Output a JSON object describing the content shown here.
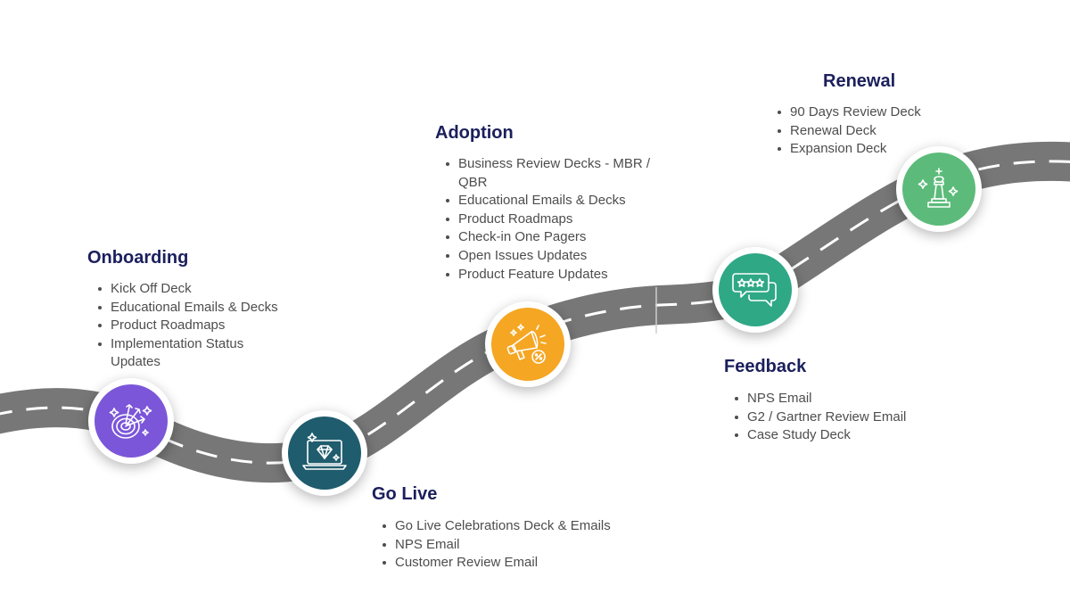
{
  "colors": {
    "road": "#777777",
    "road_dash": "#ffffff",
    "title": "#1b1f5c",
    "text": "#4d4d4d",
    "onboarding": "#7b56d9",
    "golive": "#1f5c6d",
    "adoption": "#f5a623",
    "feedback": "#2fa886",
    "renewal": "#5cbb7a"
  },
  "stages": {
    "onboarding": {
      "title": "Onboarding",
      "icon": "target-arrows-icon",
      "items": [
        "Kick Off Deck",
        "Educational Emails & Decks",
        "Product Roadmaps",
        "Implementation Status Updates"
      ]
    },
    "golive": {
      "title": "Go Live",
      "icon": "laptop-diamond-icon",
      "items": [
        "Go Live Celebrations Deck & Emails",
        "NPS Email",
        "Customer Review Email"
      ]
    },
    "adoption": {
      "title": "Adoption",
      "icon": "megaphone-percent-icon",
      "items": [
        "Business Review Decks - MBR / QBR",
        "Educational Emails & Decks",
        "Product Roadmaps",
        "Check-in One Pagers",
        "Open Issues Updates",
        "Product Feature Updates"
      ]
    },
    "feedback": {
      "title": "Feedback",
      "icon": "chat-stars-icon",
      "items": [
        "NPS Email",
        "G2 / Gartner Review Email",
        "Case Study Deck"
      ]
    },
    "renewal": {
      "title": "Renewal",
      "icon": "chess-king-icon",
      "items": [
        "90 Days Review Deck",
        "Renewal Deck",
        "Expansion Deck"
      ]
    }
  }
}
